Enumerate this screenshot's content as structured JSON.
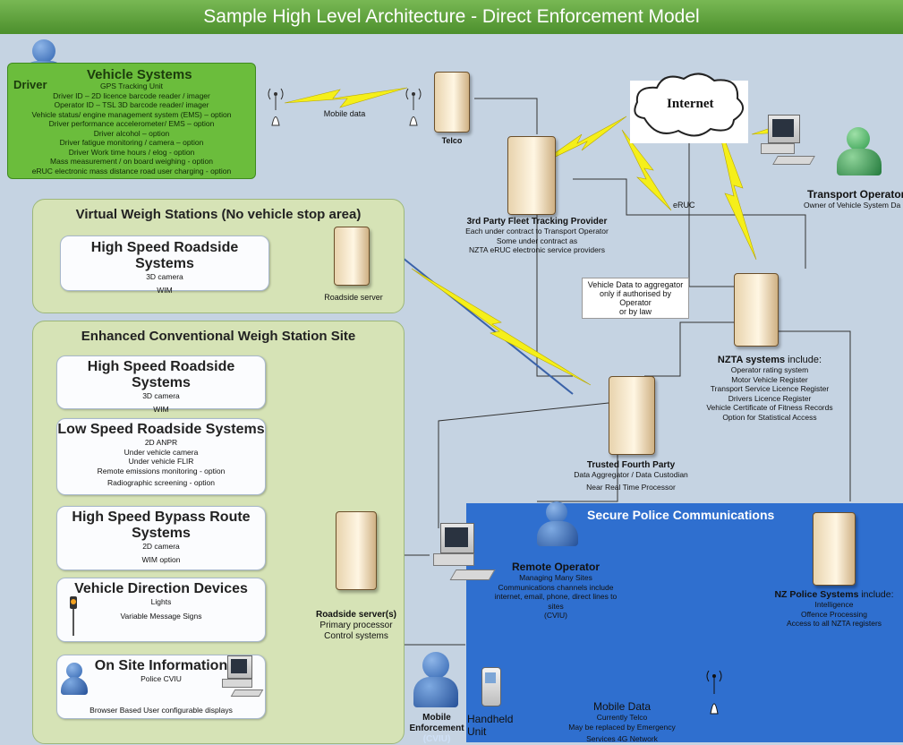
{
  "title": "Sample High Level Architecture - Direct Enforcement Model",
  "driver": {
    "label": "Driver"
  },
  "vehicle_systems": {
    "title": "Vehicle Systems",
    "items": [
      "GPS Tracking Unit",
      "Driver ID – 2D licence barcode reader / imager",
      "Operator ID – TSL 3D barcode reader/ imager",
      "Vehicle status/ engine management system (EMS) – option",
      "Driver performance accelerometer/ EMS – option",
      "Driver alcohol – option",
      "Driver fatigue monitoring / camera – option",
      "Driver Work time hours / elog  - option",
      "Mass measurement / on board weighing - option",
      "eRUC electronic mass distance road user  charging - option"
    ]
  },
  "mobile_data_label": "Mobile data",
  "telco_label": "Telco",
  "internet_label": "Internet",
  "transport_operator": {
    "title": "Transport Operator",
    "sub": "Owner of Vehicle System Da"
  },
  "fleet_tracking": {
    "title": "3rd Party Fleet Tracking Provider",
    "lines": [
      "Each under contract to Transport Operator",
      "Some under contract as",
      "NZTA eRUC electronic service providers"
    ]
  },
  "eruc_label": "eRUC",
  "vehicle_data_note": [
    "Vehicle Data to aggregator",
    "only if authorised by Operator",
    "or by law"
  ],
  "virtual_weigh": {
    "title": "Virtual Weigh Stations (No vehicle stop area)",
    "hs_title": "High Speed Roadside Systems",
    "hs_items": [
      "3D camera",
      "WIM"
    ],
    "server_label": "Roadside server"
  },
  "nzta": {
    "title_bold": "NZTA systems",
    "title_rest": " include:",
    "items": [
      "Operator rating system",
      "Motor Vehicle Register",
      "Transport Service Licence Register",
      "Drivers Licence Register",
      "Vehicle Certificate of Fitness Records",
      "Option for Statistical Access"
    ]
  },
  "enhanced": {
    "title": "Enhanced Conventional Weigh Station Site",
    "hs": {
      "title": "High Speed Roadside Systems",
      "items": [
        "3D camera",
        "WIM"
      ]
    },
    "ls": {
      "title": "Low Speed Roadside Systems",
      "items": [
        "2D ANPR",
        "Under vehicle camera",
        "Under vehicle FLIR",
        "Remote emissions monitoring - option",
        "Radiographic screening - option"
      ]
    },
    "bypass": {
      "title1": "High Speed Bypass Route",
      "title2": "Systems",
      "items": [
        "2D camera",
        "WIM option"
      ]
    },
    "direction": {
      "title": "Vehicle Direction Devices",
      "items": [
        "Lights",
        "Variable Message Signs"
      ]
    },
    "onsite": {
      "title": "On Site Information",
      "sub": "Police CVIU",
      "bottom": "Browser Based User configurable displays"
    },
    "server": {
      "title": "Roadside server(s)",
      "lines": [
        "Primary processor",
        "Control systems"
      ]
    }
  },
  "trusted": {
    "title": "Trusted Fourth Party",
    "lines": [
      "Data Aggregator / Data Custodian",
      "Near Real Time Processor"
    ]
  },
  "police_zone_title": "Secure Police Communications",
  "remote_operator": {
    "title": "Remote Operator",
    "lines": [
      "Managing Many Sites",
      "Communications channels include",
      "internet, email, phone, direct lines to sites",
      "(CVIU)"
    ]
  },
  "nz_police": {
    "title_bold": "NZ Police Systems",
    "title_rest": " include:",
    "items": [
      "Intelligence",
      "Offence Processing",
      "Access to all NZTA registers"
    ]
  },
  "mobile_enforcement": {
    "line1": "Mobile",
    "line2": "Enforcement",
    "line3": "(CVIU)"
  },
  "handheld": {
    "line1": "Handheld",
    "line2": "Unit"
  },
  "mobile_data2": {
    "title": "Mobile Data",
    "lines": [
      "Currently Telco",
      "May be replaced by Emergency",
      "Services 4G Network"
    ]
  },
  "colors": {
    "title_bar": "#5a9e38",
    "vehicle_box": "#6bbd3c",
    "zone": "#d6e3b6",
    "police": "#2f6fcf",
    "lightning": "#f5ef1a"
  }
}
